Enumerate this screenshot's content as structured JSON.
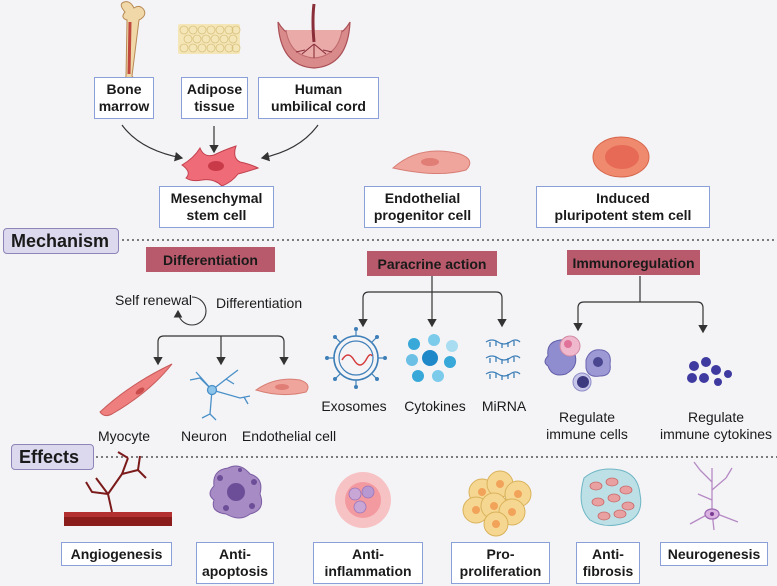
{
  "sources": [
    {
      "id": "bone",
      "label": "Bone\nmarrow",
      "icon": "bone-icon"
    },
    {
      "id": "adipose",
      "label": "Adipose\ntissue",
      "icon": "adipose-tissue-icon"
    },
    {
      "id": "cord",
      "label": "Human\numbilical cord",
      "icon": "placenta-icon"
    }
  ],
  "stem_cells": [
    {
      "id": "msc",
      "label": "Mesenchymal\nstem cell",
      "icon": "mesenchymal-cell-icon"
    },
    {
      "id": "epc",
      "label": "Endothelial\nprogenitor cell",
      "icon": "endothelial-cell-icon"
    },
    {
      "id": "ipsc",
      "label": "Induced\npluripotent stem cell",
      "icon": "round-cell-icon"
    }
  ],
  "sections": {
    "mechanism": "Mechanism",
    "effects": "Effects"
  },
  "mechanisms": [
    {
      "id": "diff",
      "label": "Differentiation"
    },
    {
      "id": "para",
      "label": "Paracrine action"
    },
    {
      "id": "immuno",
      "label": "Immunoregulation"
    }
  ],
  "self_renewal": "Self renewal",
  "differentiation_text": "Differentiation",
  "diff_outputs": [
    "Myocyte",
    "Neuron",
    "Endothelial cell"
  ],
  "paracrine_outputs": [
    "Exosomes",
    "Cytokines",
    "MiRNA"
  ],
  "immune_outputs": [
    "Regulate\nimmune cells",
    "Regulate\nimmune cytokines"
  ],
  "effects": [
    {
      "label": "Angiogenesis",
      "icon": "blood-vessel-icon"
    },
    {
      "label": "Anti-\napoptosis",
      "icon": "apoptotic-cell-icon"
    },
    {
      "label": "Anti-\ninflammation",
      "icon": "inflammation-icon"
    },
    {
      "label": "Pro-\nproliferation",
      "icon": "cell-cluster-icon"
    },
    {
      "label": "Anti-\nfibrosis",
      "icon": "fibrosis-tissue-icon"
    },
    {
      "label": "Neurogenesis",
      "icon": "neuron-icon"
    }
  ],
  "colors": {
    "box_border": "#8aa0d8",
    "mech_tag": "#b85a6b",
    "section_tag": "#dcd8ee",
    "cell_pink": "#e8707a"
  }
}
